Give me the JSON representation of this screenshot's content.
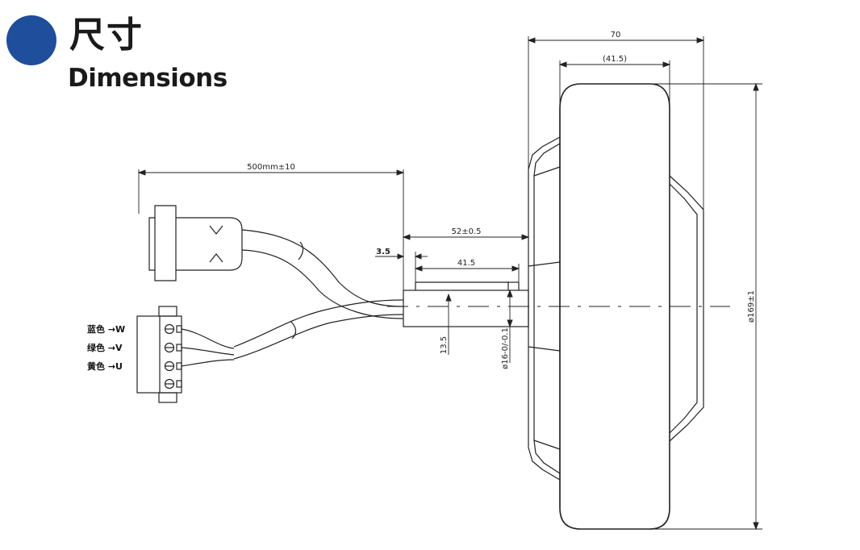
{
  "header": {
    "title_cn": "尺寸",
    "title_en": "Dimensions",
    "accent_color": "#1f4e9c"
  },
  "dimensions": {
    "overall_width": "70",
    "hub_width": "(41.5)",
    "cable_length": "500mm±10",
    "axle_length": "52±0.5",
    "axle_offset": "3.5",
    "axle_flat": "41.5",
    "axle_height": "13.5",
    "axle_diameter": "ø16-0/-0.1",
    "wheel_diameter": "ø169±1"
  },
  "wire_labels": [
    {
      "text": "蓝色 →W"
    },
    {
      "text": "绿色 →V"
    },
    {
      "text": "黄色 →U"
    }
  ]
}
